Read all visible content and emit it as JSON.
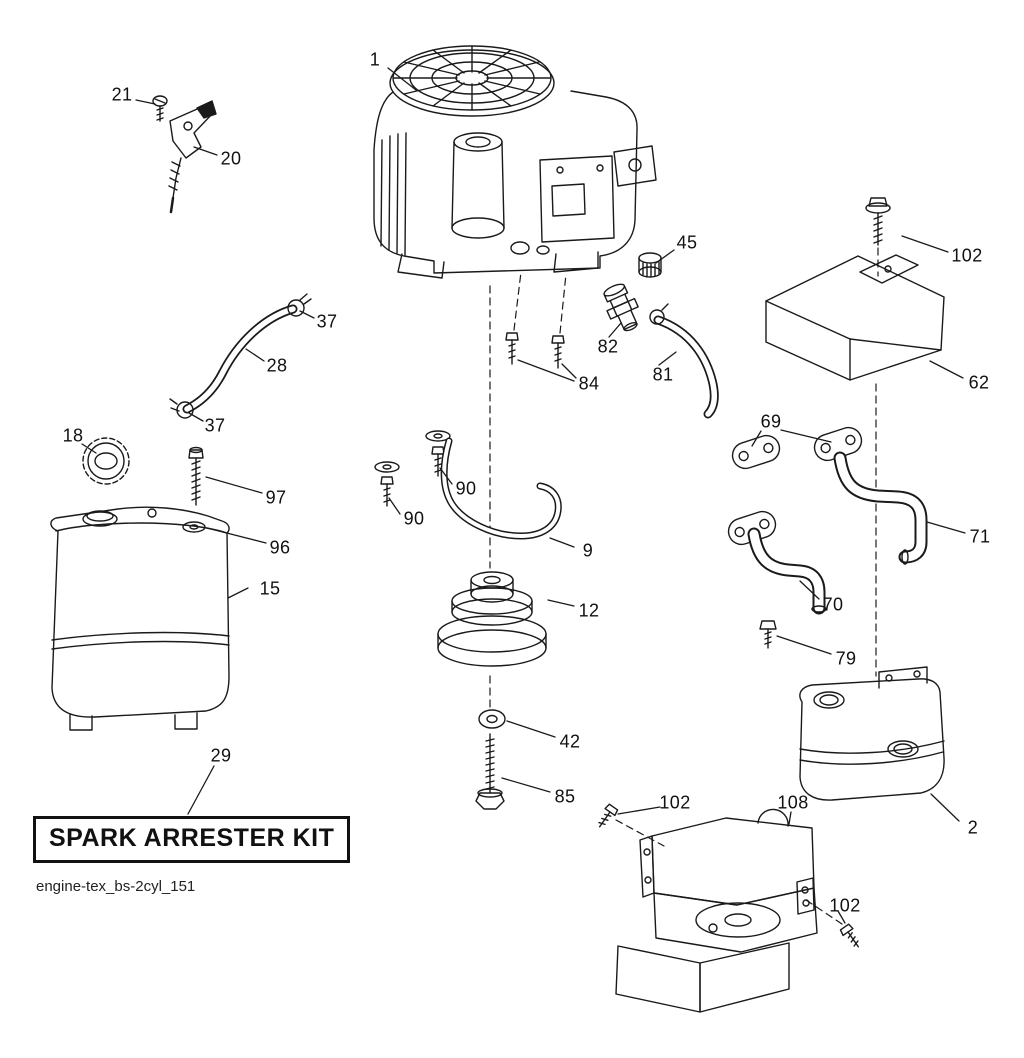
{
  "diagram": {
    "kit_label": "SPARK ARRESTER KIT",
    "title_code": "engine-tex_bs-2cyl_151",
    "line_color": "#1a1a1a",
    "background": "#ffffff"
  },
  "callouts": [
    {
      "label": "1"
    },
    {
      "label": "21"
    },
    {
      "label": "20"
    },
    {
      "label": "45"
    },
    {
      "label": "102"
    },
    {
      "label": "37"
    },
    {
      "label": "28"
    },
    {
      "label": "82"
    },
    {
      "label": "84"
    },
    {
      "label": "81"
    },
    {
      "label": "62"
    },
    {
      "label": "37"
    },
    {
      "label": "18"
    },
    {
      "label": "69"
    },
    {
      "label": "97"
    },
    {
      "label": "90"
    },
    {
      "label": "71"
    },
    {
      "label": "96"
    },
    {
      "label": "90"
    },
    {
      "label": "9"
    },
    {
      "label": "15"
    },
    {
      "label": "70"
    },
    {
      "label": "12"
    },
    {
      "label": "79"
    },
    {
      "label": "42"
    },
    {
      "label": "2"
    },
    {
      "label": "29"
    },
    {
      "label": "85"
    },
    {
      "label": "102"
    },
    {
      "label": "108"
    },
    {
      "label": "102"
    }
  ]
}
